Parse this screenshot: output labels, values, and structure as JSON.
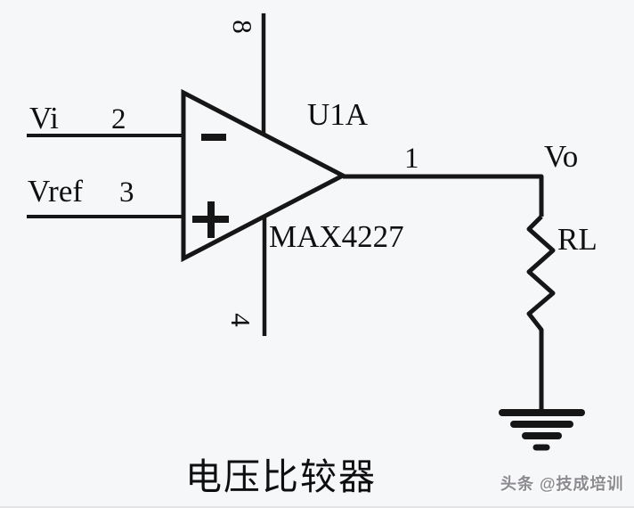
{
  "diagram": {
    "caption": "电压比较器",
    "opamp": {
      "designator": "U1A",
      "part_number": "MAX4227",
      "inverting_input_label": "Vi",
      "inverting_input_pin": "2",
      "inverting_polarity": "−",
      "noninverting_input_label": "Vref",
      "noninverting_input_pin": "3",
      "noninverting_polarity": "+",
      "output_pin": "1",
      "positive_supply_pin": "8",
      "negative_supply_pin": "4"
    },
    "output_label": "Vo",
    "load_resistor_label": "RL"
  },
  "watermark": "头条 @技成培训",
  "colors": {
    "line": "#161616",
    "background": "#f6f7f9",
    "watermark_text": "#8b8b90"
  }
}
